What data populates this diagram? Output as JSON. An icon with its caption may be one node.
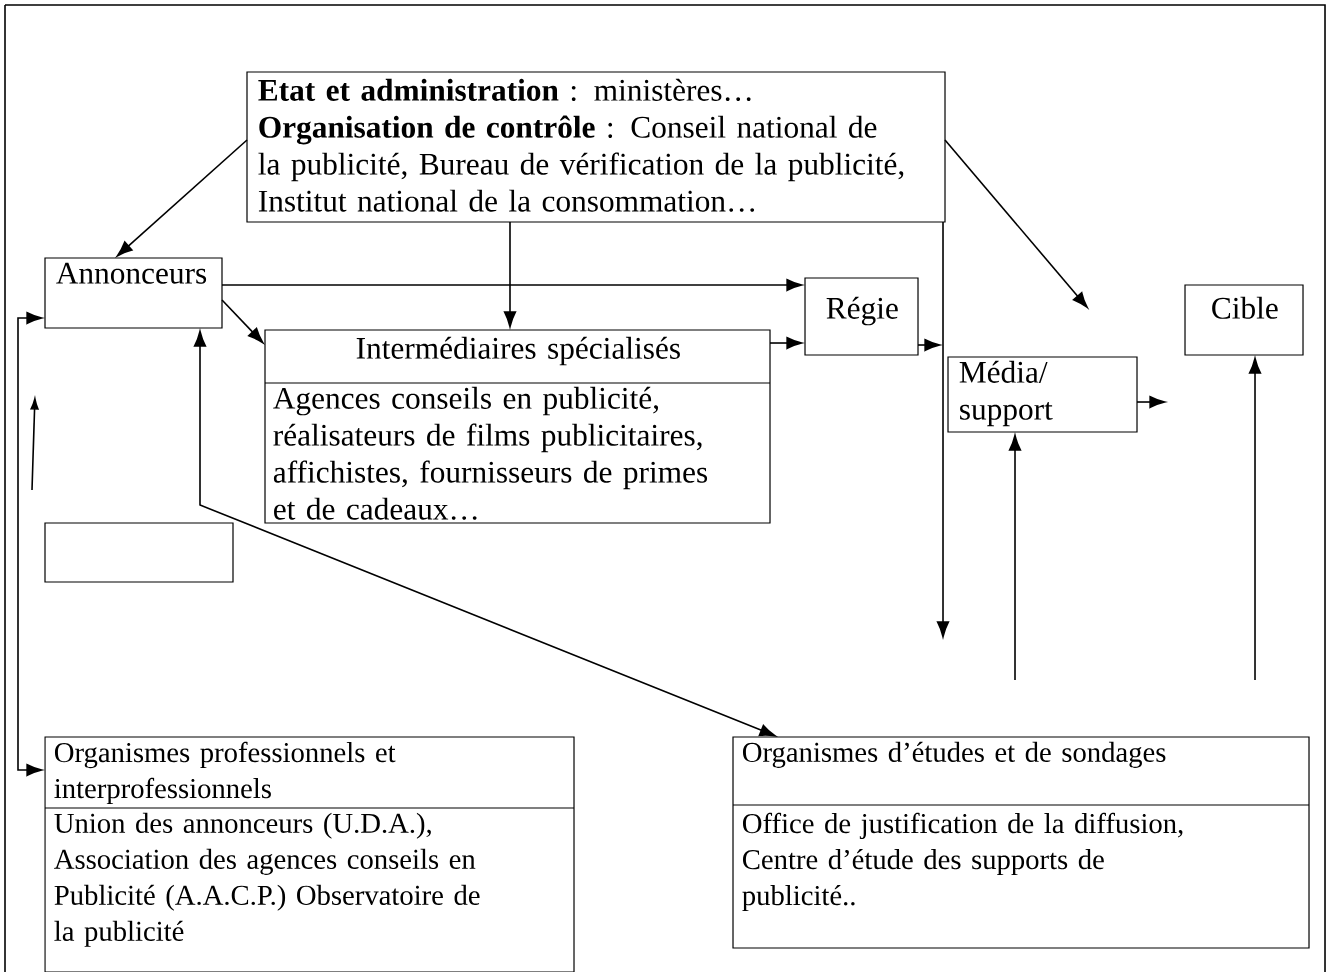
{
  "diagram": {
    "nodes": [
      {
        "text": [
          "**Etat et administration** : ministères…",
          "**Organisation de contrôle** : Conseil national de la publicité, Bureau de vérification de la publicité, Institut national de la consommation…"
        ]
      },
      {
        "text": [
          "Annonceurs"
        ]
      },
      {
        "text": [
          "Intermédiaires spécialisés",
          "Agences conseils en publicité, réalisateurs de films publicitaires, affichistes, fournisseurs de primes et de cadeaux…"
        ]
      },
      {
        "text": [
          "Régie"
        ]
      },
      {
        "text": [
          "Média/ support"
        ]
      },
      {
        "text": [
          "Cible"
        ]
      },
      {
        "text": [],
        "shape": "box"
      },
      {
        "text": [
          "Organismes professionnels et interprofessionnels",
          "Union des annonceurs (U.D.A.), Association des agences conseils en Publicité (A.A.C.P.) Observatoire de la publicité"
        ]
      },
      {
        "text": [
          "Organismes d’études et de sondages",
          "Office de justification de la diffusion, Centre d’étude des supports de publicité.."
        ]
      }
    ],
    "edges": [
      {
        "from": 0,
        "to": 1,
        "arrow": "to"
      },
      {
        "from": 0,
        "to": 2,
        "arrow": "to"
      },
      {
        "from": 1,
        "to": 3,
        "arrow": "to"
      },
      {
        "from": 1,
        "to": 2,
        "arrow": "to"
      },
      {
        "from": 2,
        "to": 3,
        "arrow": "to"
      },
      {
        "from": 3,
        "to": null,
        "arrow": "to"
      },
      {
        "from": 0,
        "to": null,
        "arrow": "to"
      },
      {
        "from": 0,
        "to": null,
        "arrow": "to"
      },
      {
        "from": 4,
        "to": null,
        "arrow": "to"
      },
      {
        "from": null,
        "to": 4,
        "arrow": "to"
      },
      {
        "from": null,
        "to": 5,
        "arrow": "to"
      },
      {
        "from": 1,
        "to": 7,
        "arrow": "both"
      },
      {
        "from": 1,
        "to": 8,
        "arrow": "both"
      }
    ]
  }
}
